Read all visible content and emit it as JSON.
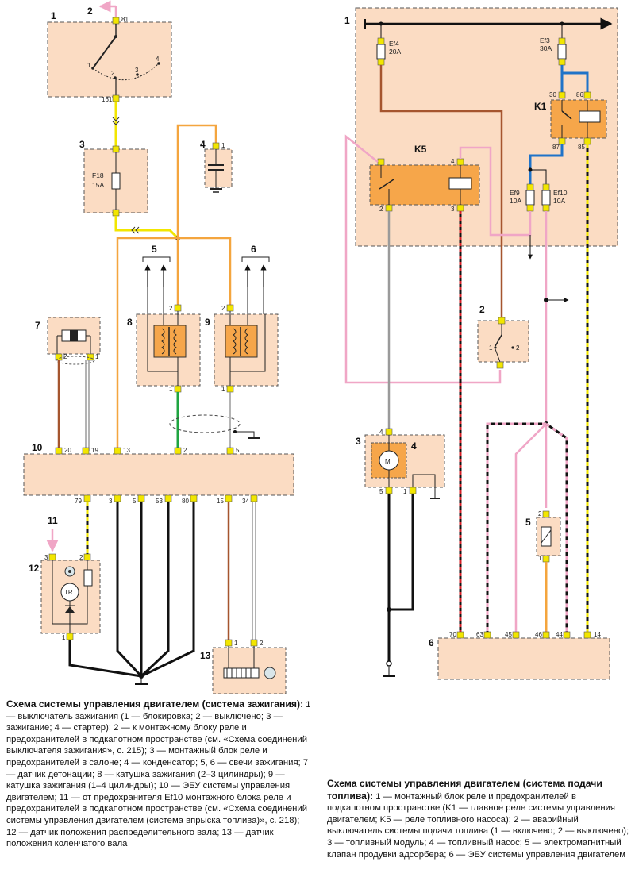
{
  "colors": {
    "block_fill": "#fbdcc3",
    "relay_fill": "#f6a64a",
    "wire_yellow": "#f2e600",
    "wire_orange": "#f4a53e",
    "wire_brown": "#a5552e",
    "wire_green": "#1fa541",
    "wire_pink": "#f0a6c6",
    "wire_blue": "#1f73c8",
    "wire_black": "#111111",
    "wire_grey": "#9a9a9a",
    "wire_red": "#d31f26"
  },
  "icons": {
    "fuse": "fuse-symbol",
    "relay": "relay-coil",
    "ground": "ground-symbol",
    "motor": "motor-symbol",
    "arrow": "arrow-icon"
  },
  "ignition": {
    "labels": {
      "n1": "1",
      "n2": "2",
      "n3": "3",
      "n4": "4",
      "n5": "5",
      "n6": "6",
      "n7": "7",
      "n8": "8",
      "n9": "9",
      "n10": "10",
      "n11": "11",
      "n12": "12",
      "n13": "13"
    },
    "switch": {
      "pin_top": "81",
      "pin_bottom": "161",
      "p1": "1",
      "p2": "2",
      "p3": "3",
      "p4": "4"
    },
    "fuse": {
      "name": "F18",
      "rating": "15A"
    },
    "coil8": {
      "top": "2",
      "bottom": "1"
    },
    "coil9": {
      "top": "2",
      "bottom": "1"
    },
    "knock": {
      "p2": "2",
      "p1": "1"
    },
    "ecu_top_pins": [
      "20",
      "19",
      "13",
      "2",
      "5"
    ],
    "ecu_bottom_pins": [
      "79",
      "3",
      "5",
      "53",
      "80",
      "15",
      "34"
    ],
    "cam": {
      "p3": "3",
      "p2": "2",
      "p1": "1",
      "tr": "TR"
    },
    "crank": {
      "p1": "1",
      "p2": "2"
    },
    "cap": {
      "p1": "1"
    }
  },
  "fuel": {
    "labels": {
      "n1": "1",
      "n2": "2",
      "n3": "3",
      "n4": "4",
      "n5": "5",
      "n6": "6",
      "k1": "K1",
      "k5": "K5"
    },
    "ef4": {
      "name": "Ef4",
      "rating": "20A"
    },
    "ef3": {
      "name": "Ef3",
      "rating": "30A"
    },
    "ef9": {
      "name": "Ef9",
      "rating": "10A"
    },
    "ef10": {
      "name": "Ef10",
      "rating": "10A"
    },
    "k1_pins": {
      "p30": "30",
      "p86": "86",
      "p87": "87",
      "p85": "85"
    },
    "k5_pins": {
      "p1": "1",
      "p4": "4",
      "p2": "2",
      "p3": "3"
    },
    "inertia": {
      "p1": "1",
      "p2": "2"
    },
    "pump": {
      "p4": "4",
      "p5": "5",
      "p1": "1",
      "m": "M"
    },
    "valve": {
      "p2": "2",
      "p1": "1"
    },
    "ecu_pins": [
      "70",
      "63",
      "45",
      "46",
      "44",
      "14"
    ]
  },
  "captions": {
    "left_title": "Схема системы управления двигателем (система зажигания):",
    "left_body": "1 — выключатель зажигания (1 — блокировка; 2 — выключено; 3 — зажигание; 4 — стартер); 2 — к монтажному блоку реле и предохранителей в подкапотном пространстве (см. «Схема соединений выключателя зажигания», с. 215); 3 — монтажный блок реле и предохранителей в салоне; 4 — конденсатор; 5, 6 — свечи зажигания; 7 — датчик детонации; 8 — катушка зажигания (2–3 цилиндры); 9 — катушка зажигания (1–4 цилиндры); 10 — ЭБУ системы управления двигателем; 11 — от предохранителя Ef10 монтажного блока реле и предохранителей в подкапотном пространстве (см. «Схема соединений системы управления двигателем (система впрыска топлива)», с. 218); 12 — датчик положения распределительного вала; 13 — датчик положения коленчатого вала",
    "right_title": "Схема системы управления двигателем (система подачи топлива):",
    "right_body": "1 — монтажный блок реле и предохранителей в подкапотном пространстве (K1 — главное реле системы управления двигателем; K5 — реле топливного насоса); 2 — аварийный выключатель системы подачи топлива (1 — включено; 2 — выключено); 3 — топливный модуль; 4 — топливный насос; 5 — электромагнитный клапан продувки адсорбера; 6 — ЭБУ системы управления двигателем"
  }
}
